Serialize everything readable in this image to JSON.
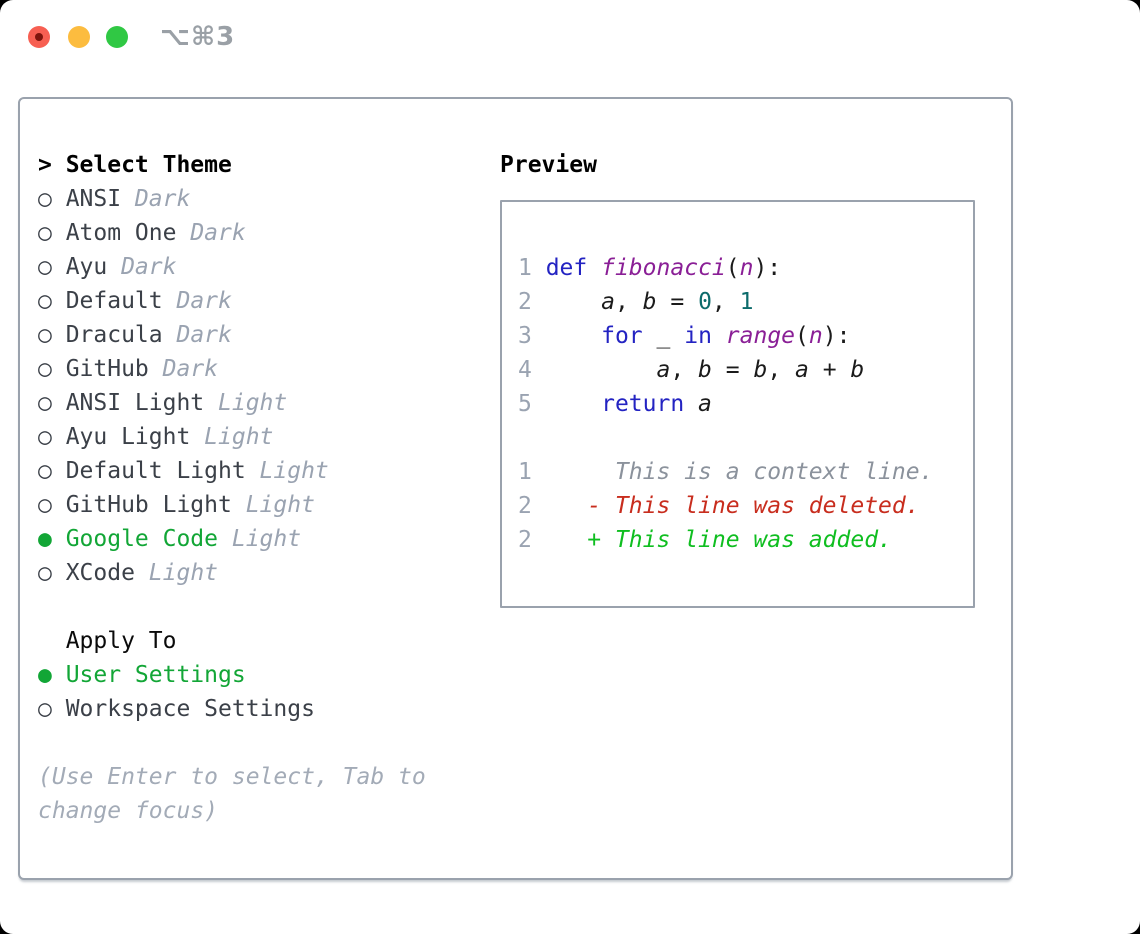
{
  "titlebar": {
    "shortcut": "⌥⌘3"
  },
  "colors": {
    "traffic_red": "#f75f52",
    "traffic_red_dot": "#7e150d",
    "traffic_yellow": "#fcbc3f",
    "traffic_green": "#30c844",
    "titlebar_gray": "#9aa0a6",
    "border": "#9aa2ad",
    "item_text": "#3b4048",
    "muted": "#9aa3b1",
    "hint": "#a3abb7",
    "green_accent": "#12a636",
    "context_gray": "#8b929c",
    "diff_red": "#c82d1e",
    "diff_green": "#0fbe20",
    "keyword_blue": "#2323c2",
    "function_purple": "#8a1f96",
    "literal_teal": "#0c6b6b"
  },
  "theme_panel": {
    "title_marker": ">",
    "title": "Select Theme",
    "items": [
      {
        "marker": "○",
        "name": "ANSI",
        "variant": "Dark",
        "selected": false
      },
      {
        "marker": "○",
        "name": "Atom One",
        "variant": "Dark",
        "selected": false
      },
      {
        "marker": "○",
        "name": "Ayu",
        "variant": "Dark",
        "selected": false
      },
      {
        "marker": "○",
        "name": "Default",
        "variant": "Dark",
        "selected": false
      },
      {
        "marker": "○",
        "name": "Dracula",
        "variant": "Dark",
        "selected": false
      },
      {
        "marker": "○",
        "name": "GitHub",
        "variant": "Dark",
        "selected": false
      },
      {
        "marker": "○",
        "name": "ANSI Light",
        "variant": "Light",
        "selected": false
      },
      {
        "marker": "○",
        "name": "Ayu Light",
        "variant": "Light",
        "selected": false
      },
      {
        "marker": "○",
        "name": "Default Light",
        "variant": "Light",
        "selected": false
      },
      {
        "marker": "○",
        "name": "GitHub Light",
        "variant": "Light",
        "selected": false
      },
      {
        "marker": "●",
        "name": "Google Code",
        "variant": "Light",
        "selected": true
      },
      {
        "marker": "○",
        "name": "XCode",
        "variant": "Light",
        "selected": false
      }
    ],
    "apply_to": {
      "title": "Apply To",
      "options": [
        {
          "marker": "●",
          "label": "User Settings",
          "selected": true
        },
        {
          "marker": "○",
          "label": "Workspace Settings",
          "selected": false
        }
      ]
    },
    "hint_line1": "(Use Enter to select, Tab to",
    "hint_line2": "change focus)"
  },
  "preview": {
    "title": "Preview",
    "lines": [
      {
        "name": "code-line-1",
        "tokens": [
          {
            "t": "1 ",
            "c": "lnum"
          },
          {
            "t": "def",
            "c": "kw"
          },
          {
            "t": " ",
            "c": "p"
          },
          {
            "t": "fibonacci",
            "c": "fn"
          },
          {
            "t": "(",
            "c": "p"
          },
          {
            "t": "n",
            "c": "fn"
          },
          {
            "t": "):",
            "c": "p"
          }
        ]
      },
      {
        "name": "code-line-2",
        "tokens": [
          {
            "t": "2 ",
            "c": "lnum"
          },
          {
            "t": "    ",
            "c": "p"
          },
          {
            "t": "a",
            "c": "var"
          },
          {
            "t": ", ",
            "c": "p"
          },
          {
            "t": "b",
            "c": "var"
          },
          {
            "t": " = ",
            "c": "p"
          },
          {
            "t": "0",
            "c": "lit"
          },
          {
            "t": ", ",
            "c": "p"
          },
          {
            "t": "1",
            "c": "lit"
          }
        ]
      },
      {
        "name": "code-line-3",
        "tokens": [
          {
            "t": "3 ",
            "c": "lnum"
          },
          {
            "t": "    ",
            "c": "p"
          },
          {
            "t": "for",
            "c": "kw"
          },
          {
            "t": " ",
            "c": "p"
          },
          {
            "t": "_",
            "c": "var"
          },
          {
            "t": " ",
            "c": "p"
          },
          {
            "t": "in",
            "c": "kw"
          },
          {
            "t": " ",
            "c": "p"
          },
          {
            "t": "range",
            "c": "fn"
          },
          {
            "t": "(",
            "c": "p"
          },
          {
            "t": "n",
            "c": "fn"
          },
          {
            "t": "):",
            "c": "p"
          }
        ]
      },
      {
        "name": "code-line-4",
        "tokens": [
          {
            "t": "4 ",
            "c": "lnum"
          },
          {
            "t": "        ",
            "c": "p"
          },
          {
            "t": "a",
            "c": "var"
          },
          {
            "t": ", ",
            "c": "p"
          },
          {
            "t": "b",
            "c": "var"
          },
          {
            "t": " = ",
            "c": "p"
          },
          {
            "t": "b",
            "c": "var"
          },
          {
            "t": ", ",
            "c": "p"
          },
          {
            "t": "a",
            "c": "var"
          },
          {
            "t": " + ",
            "c": "p"
          },
          {
            "t": "b",
            "c": "var"
          }
        ]
      },
      {
        "name": "code-line-5",
        "tokens": [
          {
            "t": "5 ",
            "c": "lnum"
          },
          {
            "t": "    ",
            "c": "p"
          },
          {
            "t": "return",
            "c": "kw"
          },
          {
            "t": " ",
            "c": "p"
          },
          {
            "t": "a",
            "c": "var"
          }
        ]
      },
      {
        "name": "blank-line",
        "tokens": [
          {
            "t": " ",
            "c": "p"
          }
        ]
      },
      {
        "name": "diff-context-line",
        "tokens": [
          {
            "t": "1",
            "c": "lnum"
          },
          {
            "t": "    ",
            "c": "p"
          },
          {
            "t": "  This is a context line.",
            "c": "ctx"
          }
        ]
      },
      {
        "name": "diff-deleted-line",
        "tokens": [
          {
            "t": "2",
            "c": "lnum"
          },
          {
            "t": "    ",
            "c": "p"
          },
          {
            "t": "- This line was deleted.",
            "c": "del"
          }
        ]
      },
      {
        "name": "diff-added-line",
        "tokens": [
          {
            "t": "2",
            "c": "lnum"
          },
          {
            "t": "    ",
            "c": "p"
          },
          {
            "t": "+ This line was added.",
            "c": "add"
          }
        ]
      }
    ]
  }
}
